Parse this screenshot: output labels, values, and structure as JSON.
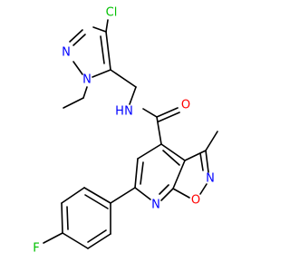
{
  "atom_colors": {
    "C": "#000000",
    "N": "#0000FF",
    "O": "#FF0000",
    "Cl": "#00C000",
    "F": "#00C000"
  },
  "atom_labels": {
    "cl": "Cl",
    "n_pyrazole_top": "N",
    "n_pyrazole_ethyl": "N",
    "nh_label": "N",
    "nh_h": "H",
    "carbonyl_o": "O",
    "isoxazole_n": "N",
    "isoxazole_o": "O",
    "pyridine_n": "N",
    "fluorine": "F"
  }
}
